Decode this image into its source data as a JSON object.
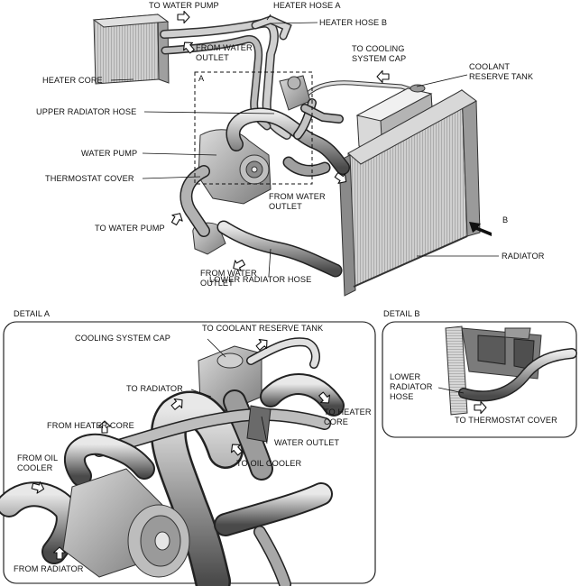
{
  "main_view": {
    "labels": {
      "to_water_pump_top": "TO WATER PUMP",
      "heater_hose_a": "HEATER HOSE A",
      "heater_hose_b": "HEATER HOSE B",
      "from_water_outlet_top": "FROM WATER\nOUTLET",
      "to_cooling_system_cap": "TO COOLING\nSYSTEM CAP",
      "coolant_reserve_tank": "COOLANT\nRESERVE TANK",
      "heater_core": "HEATER CORE",
      "detail_marker_a": "A",
      "upper_radiator_hose": "UPPER RADIATOR HOSE",
      "water_pump": "WATER PUMP",
      "thermostat_cover": "THERMOSTAT COVER",
      "from_water_outlet_mid": "FROM WATER\nOUTLET",
      "view_marker_b": "B",
      "to_water_pump_left": "TO WATER PUMP",
      "radiator": "RADIATOR",
      "from_water_outlet_bottom": "FROM WATER\nOUTLET",
      "lower_radiator_hose": "LOWER RADIATOR HOSE"
    }
  },
  "detail_a": {
    "title": "DETAIL A",
    "labels": {
      "cooling_system_cap": "COOLING SYSTEM CAP",
      "to_coolant_reserve_tank": "TO COOLANT RESERVE TANK",
      "to_radiator": "TO RADIATOR",
      "to_heater_core": "TO HEATER\nCORE",
      "from_heater_core": "FROM HEATER CORE",
      "water_outlet": "WATER OUTLET",
      "from_oil_cooler": "FROM OIL\nCOOLER",
      "to_oil_cooler": "TO OIL COOLER",
      "from_radiator": "FROM RADIATOR"
    }
  },
  "detail_b": {
    "title": "DETAIL B",
    "labels": {
      "lower_radiator_hose": "LOWER\nRADIATOR\nHOSE",
      "to_thermostat_cover": "TO THERMOSTAT COVER"
    }
  }
}
